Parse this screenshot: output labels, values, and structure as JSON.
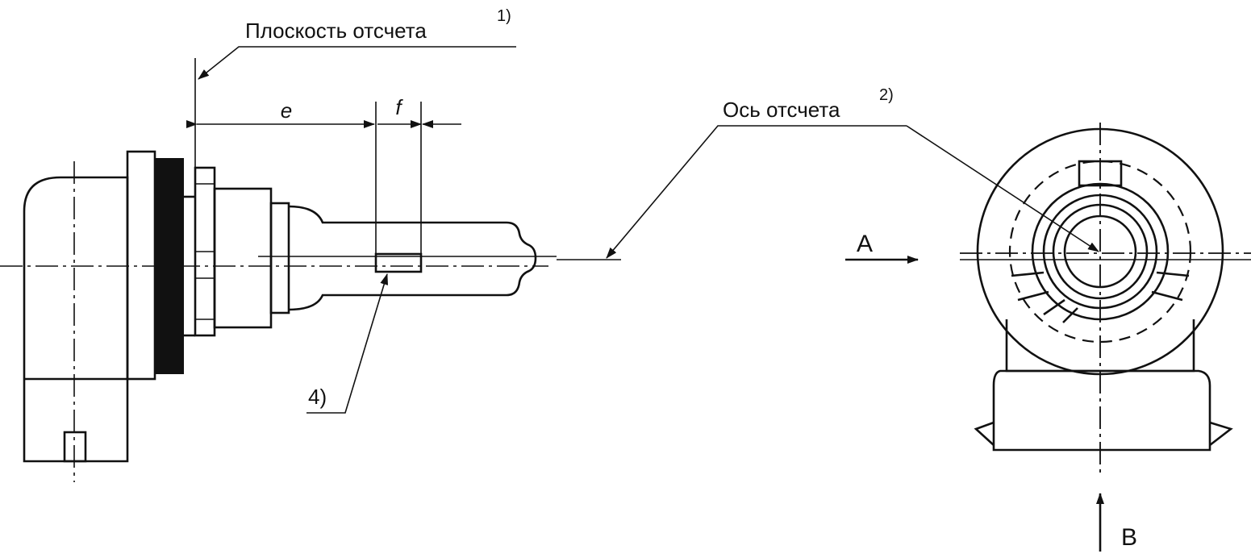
{
  "labels": {
    "reference_plane": "Плоскость отсчета",
    "reference_plane_note": "1)",
    "reference_axis": "Ось отсчета",
    "reference_axis_note": "2)",
    "dim_e": "e",
    "dim_f": "f",
    "note_4": "4)",
    "view_a": "A",
    "view_b": "B"
  }
}
